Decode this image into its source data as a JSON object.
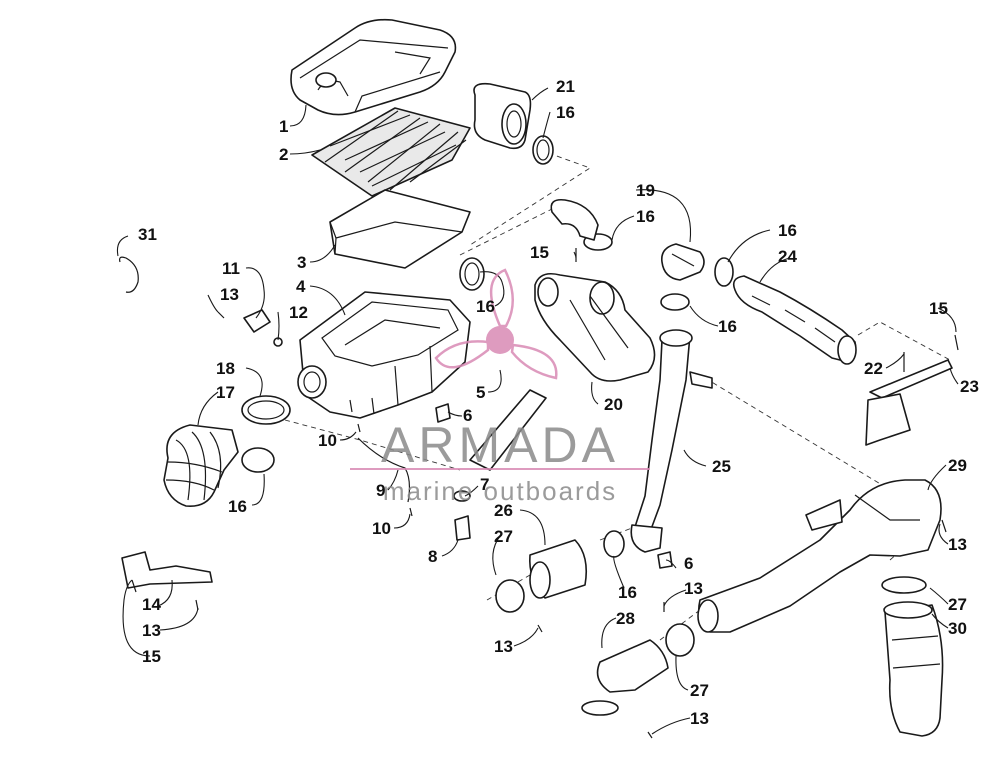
{
  "callouts": [
    {
      "id": "c1",
      "label": "1"
    },
    {
      "id": "c2",
      "label": "2"
    },
    {
      "id": "c3",
      "label": "3"
    },
    {
      "id": "c4",
      "label": "4"
    },
    {
      "id": "c5",
      "label": "5"
    },
    {
      "id": "c6a",
      "label": "6"
    },
    {
      "id": "c6b",
      "label": "6"
    },
    {
      "id": "c7",
      "label": "7"
    },
    {
      "id": "c8",
      "label": "8"
    },
    {
      "id": "c9",
      "label": "9"
    },
    {
      "id": "c10a",
      "label": "10"
    },
    {
      "id": "c10b",
      "label": "10"
    },
    {
      "id": "c11",
      "label": "11"
    },
    {
      "id": "c12",
      "label": "12"
    },
    {
      "id": "c13a",
      "label": "13"
    },
    {
      "id": "c13b",
      "label": "13"
    },
    {
      "id": "c13c",
      "label": "13"
    },
    {
      "id": "c13d",
      "label": "13"
    },
    {
      "id": "c13e",
      "label": "13"
    },
    {
      "id": "c13f",
      "label": "13"
    },
    {
      "id": "c14",
      "label": "14"
    },
    {
      "id": "c15a",
      "label": "15"
    },
    {
      "id": "c15b",
      "label": "15"
    },
    {
      "id": "c15c",
      "label": "15"
    },
    {
      "id": "c16a",
      "label": "16"
    },
    {
      "id": "c16b",
      "label": "16"
    },
    {
      "id": "c16c",
      "label": "16"
    },
    {
      "id": "c16d",
      "label": "16"
    },
    {
      "id": "c16e",
      "label": "16"
    },
    {
      "id": "c16f",
      "label": "16"
    },
    {
      "id": "c16g",
      "label": "16"
    },
    {
      "id": "c17",
      "label": "17"
    },
    {
      "id": "c18",
      "label": "18"
    },
    {
      "id": "c19",
      "label": "19"
    },
    {
      "id": "c20",
      "label": "20"
    },
    {
      "id": "c21",
      "label": "21"
    },
    {
      "id": "c22",
      "label": "22"
    },
    {
      "id": "c23",
      "label": "23"
    },
    {
      "id": "c24",
      "label": "24"
    },
    {
      "id": "c25",
      "label": "25"
    },
    {
      "id": "c26",
      "label": "26"
    },
    {
      "id": "c27a",
      "label": "27"
    },
    {
      "id": "c27b",
      "label": "27"
    },
    {
      "id": "c27c",
      "label": "27"
    },
    {
      "id": "c28",
      "label": "28"
    },
    {
      "id": "c29",
      "label": "29"
    },
    {
      "id": "c30",
      "label": "30"
    },
    {
      "id": "c31",
      "label": "31"
    }
  ],
  "watermark": {
    "brand": "ARMADA",
    "tagline": "marine outboards",
    "accent_color": "#d98ab5",
    "logo_icon": "propeller-logo-icon"
  }
}
